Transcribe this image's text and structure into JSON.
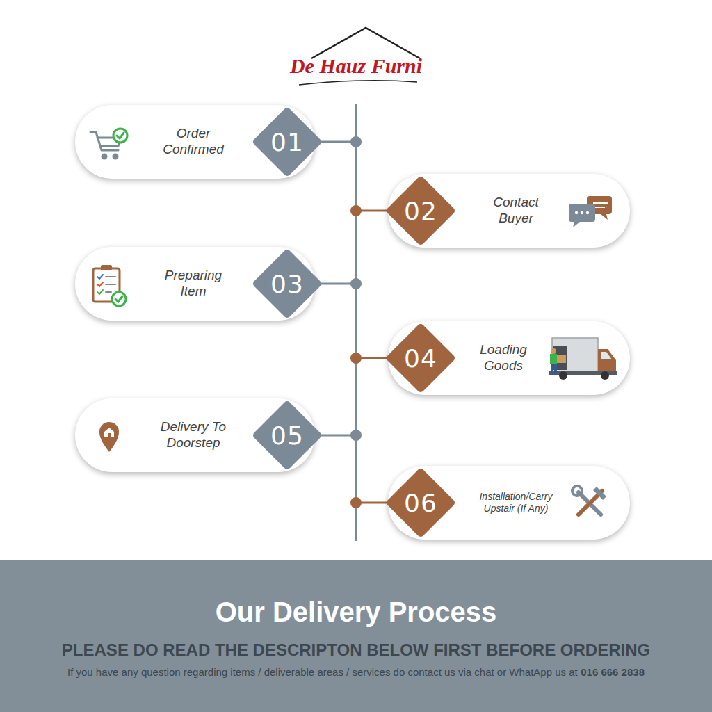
{
  "diagram": {
    "title": "Our Delivery Process",
    "nodes": [
      {
        "text": [
          "Order Confirmed"
        ]
      },
      {
        "text": [
          "01"
        ],
        "in": 0
      },
      {
        "text": [
          "Contact Buyer"
        ]
      },
      {
        "text": [
          "02"
        ],
        "in": 2
      },
      {
        "text": [
          "Preparing Item"
        ]
      },
      {
        "text": [
          "03"
        ],
        "in": 4
      },
      {
        "text": [
          "Loading Goods"
        ]
      },
      {
        "text": [
          "04"
        ],
        "in": 6
      },
      {
        "text": [
          "Delivery To Doorstep"
        ]
      },
      {
        "text": [
          "05"
        ],
        "in": 8
      },
      {
        "text": [
          "Installation/Carry Upstair (If Any)"
        ]
      },
      {
        "text": [
          "06"
        ],
        "in": 10
      }
    ],
    "labels": [
      "De Hauz Furni",
      "PLEASE DO READ THE DESCRIPTON BELOW FIRST BEFORE ORDERING",
      "If you have any question regarding items / deliverable areas / services do contact us via chat or WhatApp us at",
      "016 666 2838"
    ]
  }
}
